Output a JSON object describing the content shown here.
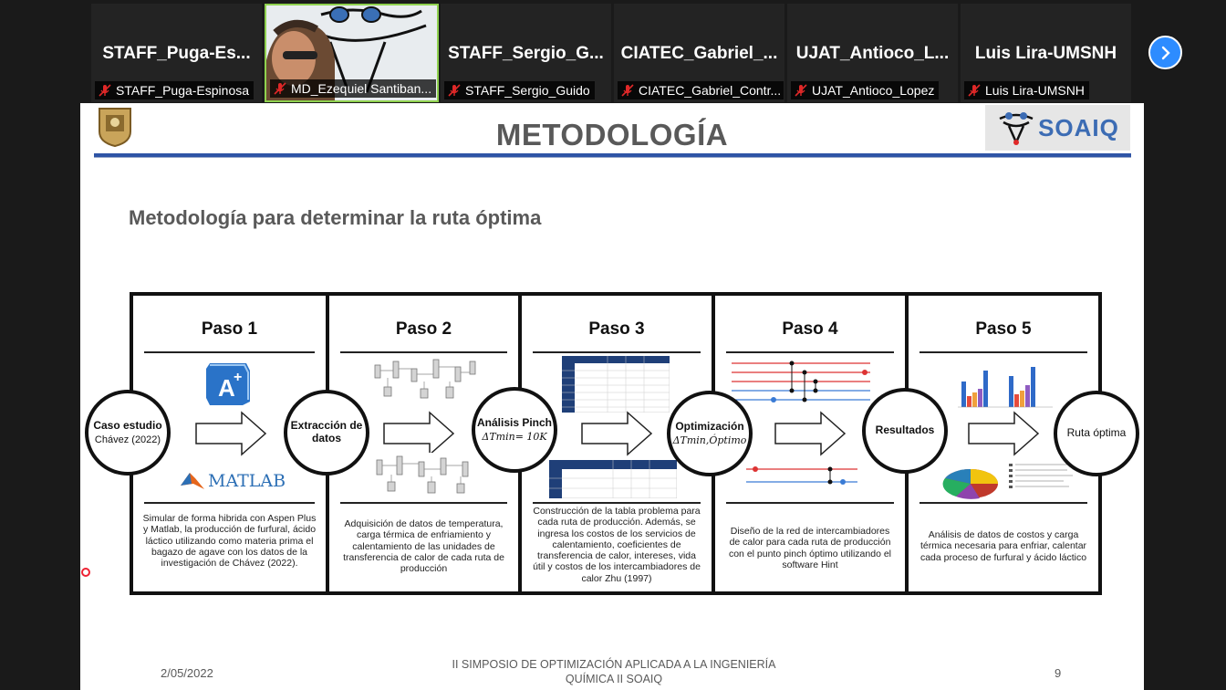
{
  "participants": [
    {
      "display_name": "STAFF_Puga-Es...",
      "caption": "STAFF_Puga-Espinosa"
    },
    {
      "display_name": "",
      "caption": "MD_Ezequiel Santiban..."
    },
    {
      "display_name": "STAFF_Sergio_G...",
      "caption": "STAFF_Sergio_Guido"
    },
    {
      "display_name": "CIATEC_Gabriel_...",
      "caption": "CIATEC_Gabriel_Contr..."
    },
    {
      "display_name": "UJAT_Antioco_L...",
      "caption": "UJAT_Antioco_Lopez"
    },
    {
      "display_name": "Luis Lira-UMSNH",
      "caption": "Luis Lira-UMSNH"
    }
  ],
  "slide": {
    "title": "METODOLOGÍA",
    "logo_right_text": "SOAIQ",
    "subtitle": "Metodología para determinar la ruta óptima",
    "circles": [
      {
        "title": "Caso estudio",
        "sub": "Chávez (2022)"
      },
      {
        "title": "Extracción de datos",
        "sub": ""
      },
      {
        "title": "Análisis Pinch",
        "sub": "ΔTmin= 10K"
      },
      {
        "title": "Optimización",
        "sub": "ΔTmin,Óptimo"
      },
      {
        "title": "Resultados",
        "sub": ""
      },
      {
        "title": "Ruta óptima",
        "sub": ""
      }
    ],
    "steps": [
      {
        "title": "Paso 1",
        "desc": "Simular de forma hibrida con Aspen Plus y Matlab, la producción de furfural, ácido láctico utilizando como materia prima el bagazo de agave con los datos de la investigación de Chávez (2022).",
        "logo_text": "MATLAB"
      },
      {
        "title": "Paso 2",
        "desc": "Adquisición de datos de temperatura, carga térmica de enfriamiento y calentamiento de las unidades de transferencia de calor de cada ruta de producción"
      },
      {
        "title": "Paso 3",
        "desc": "Construcción de la tabla problema para cada ruta de producción. Además, se ingresa los costos de los servicios de calentamiento, coeficientes de transferencia de calor, intereses, vida útil y costos de los intercambiadores de calor Zhu (1997)"
      },
      {
        "title": "Paso 4",
        "desc": "Diseño de la red de intercambiadores de calor para cada ruta de producción con el punto pinch óptimo utilizando el software Hint"
      },
      {
        "title": "Paso 5",
        "desc": "Análisis de datos de costos y carga térmica necesaria para enfriar, calentar cada proceso de furfural y ácido láctico"
      }
    ],
    "footer": {
      "date": "2/05/2022",
      "center": "II SIMPOSIO DE OPTIMIZACIÓN APLICADA A LA INGENIERÍA QUÍMICA  II SOAIQ",
      "page": "9"
    }
  }
}
